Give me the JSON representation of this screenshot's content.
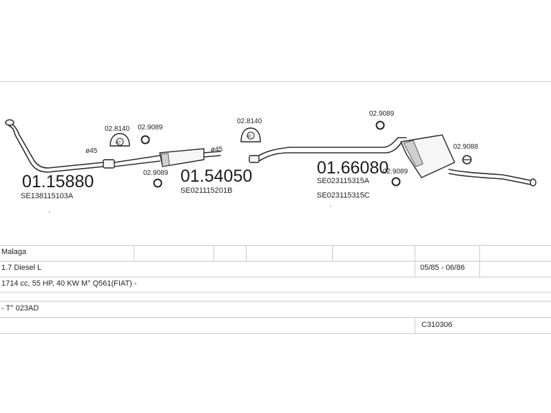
{
  "diagram": {
    "sections": [
      {
        "code": "01.15880",
        "oe": "SE138115103A"
      },
      {
        "code": "01.54050",
        "oe": "SE021115201B"
      },
      {
        "code": "01.66080",
        "oe": [
          "SE023115315A",
          "SE023115315C"
        ]
      }
    ],
    "pipe_diameter_labels": [
      "ø45",
      "ø45"
    ],
    "parts": [
      {
        "code": "02.8140",
        "icon": "hanger-icon"
      },
      {
        "code": "02.9089",
        "icon": "rubber-ring-icon"
      },
      {
        "code": "02.9089",
        "icon": "rubber-ring-icon"
      },
      {
        "code": "02.8140",
        "icon": "hanger-icon"
      },
      {
        "code": "02.9089",
        "icon": "rubber-ring-icon"
      },
      {
        "code": "02.9088",
        "icon": "rubber-mount-icon"
      },
      {
        "code": "02.9089",
        "icon": "rubber-ring-icon"
      }
    ],
    "hanger_label": "40"
  },
  "vehicle_table": {
    "model": "Malaga",
    "engine": "1.7 Diesel L",
    "years": "05/85 - 06/86",
    "specs": "1714 cc, 55 HP, 40 KW M° Q561(FIAT) -",
    "engine_code": "- T° 023AD",
    "reference": "C310306"
  }
}
